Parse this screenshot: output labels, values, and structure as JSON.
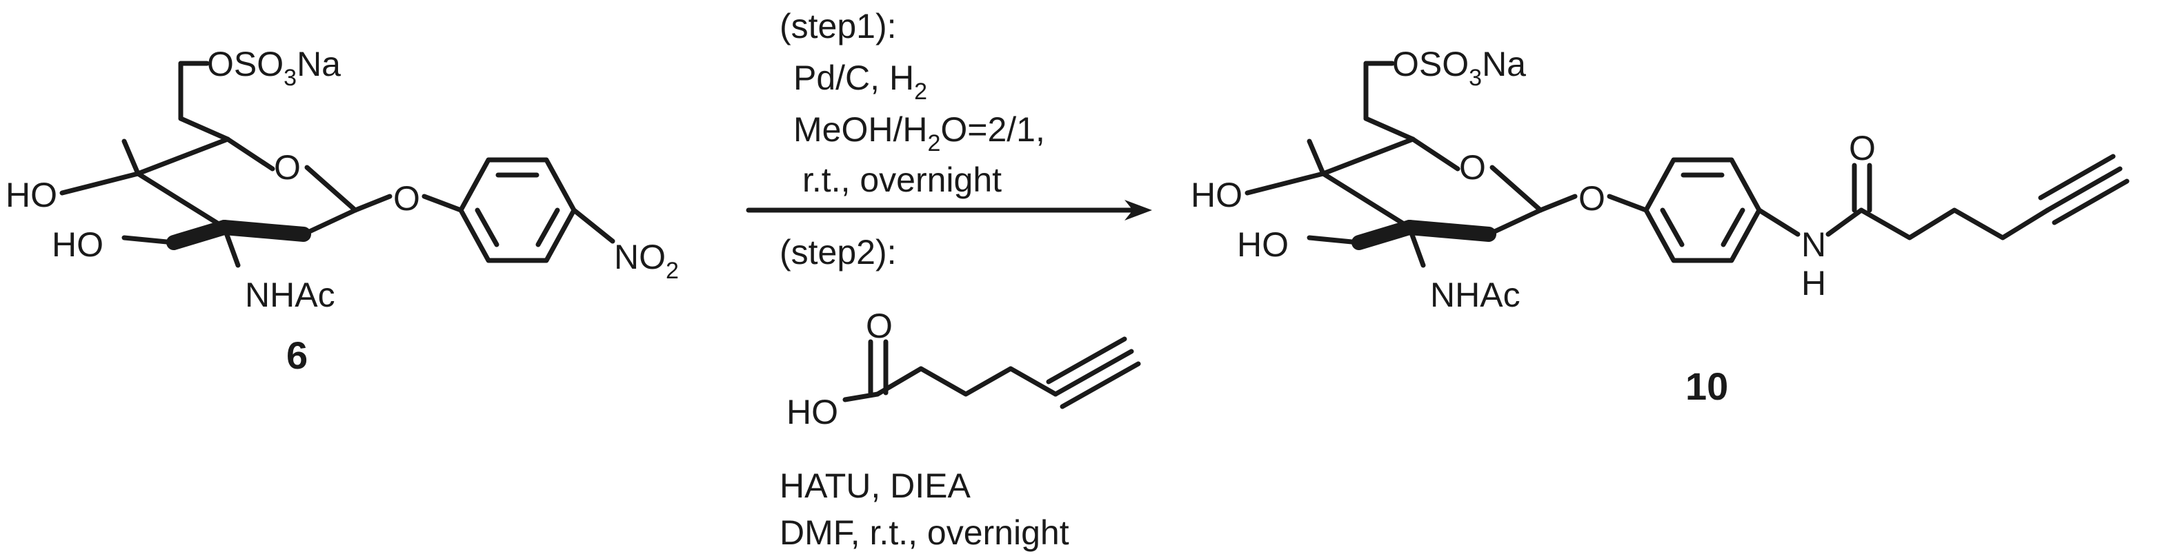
{
  "compound_left": {
    "label": "6",
    "substituents": {
      "sulfate_main": "OSO",
      "sulfate_sub": "3",
      "sulfate_tail": "Na",
      "ring_o": "O",
      "ho_1": "HO",
      "ho_2": "HO",
      "nhac": "NHAc",
      "ether_o": "O",
      "nitro_main": "NO",
      "nitro_sub": "2"
    }
  },
  "compound_right": {
    "label": "10",
    "substituents": {
      "sulfate_main": "OSO",
      "sulfate_sub": "3",
      "sulfate_tail": "Na",
      "ring_o": "O",
      "ho_1": "HO",
      "ho_2": "HO",
      "nhac": "NHAc",
      "ether_o": "O",
      "amide_o": "O",
      "amide_n": "N",
      "amide_h": "H"
    }
  },
  "conditions": {
    "step1_header": "(step1):",
    "step1_line1_main": "Pd/C, H",
    "step1_line1_sub": "2",
    "step1_line2_a": "MeOH/H",
    "step1_line2_sub": "2",
    "step1_line2_b": "O=2/1,",
    "step1_line3": "r.t., overnight",
    "step2_header": "(step2):",
    "reagent_o": "O",
    "reagent_ho": "HO",
    "step2_line1": "HATU, DIEA",
    "step2_line2": "DMF, r.t., overnight"
  }
}
